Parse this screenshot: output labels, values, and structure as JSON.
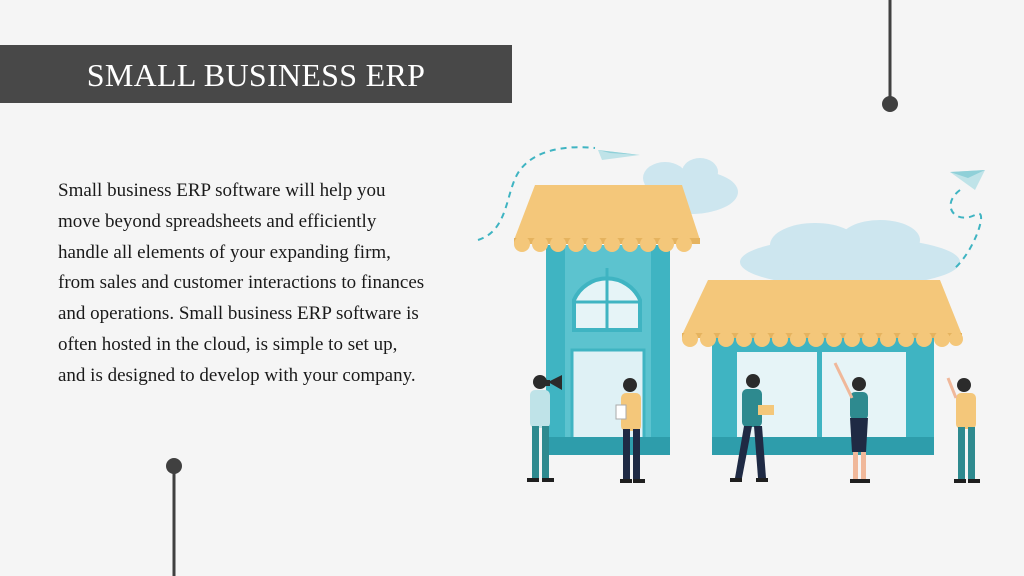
{
  "slide": {
    "title": "SMALL BUSINESS ERP",
    "body": "Small business ERP software will help you move beyond spreadsheets and efficiently handle all elements of your expanding firm, from sales and customer interactions to finances and operations. Small business ERP software is often hosted in the cloud, is simple to set up, and is designed to develop with your company."
  },
  "colors": {
    "title_bar": "#484848",
    "background": "#f5f5f5",
    "teal": "#3fb4c2",
    "awning": "#f4c77a",
    "cloud": "#cde6ef"
  },
  "icons": [
    "paper-plane-icon",
    "storefront-illustration",
    "megaphone-icon"
  ]
}
